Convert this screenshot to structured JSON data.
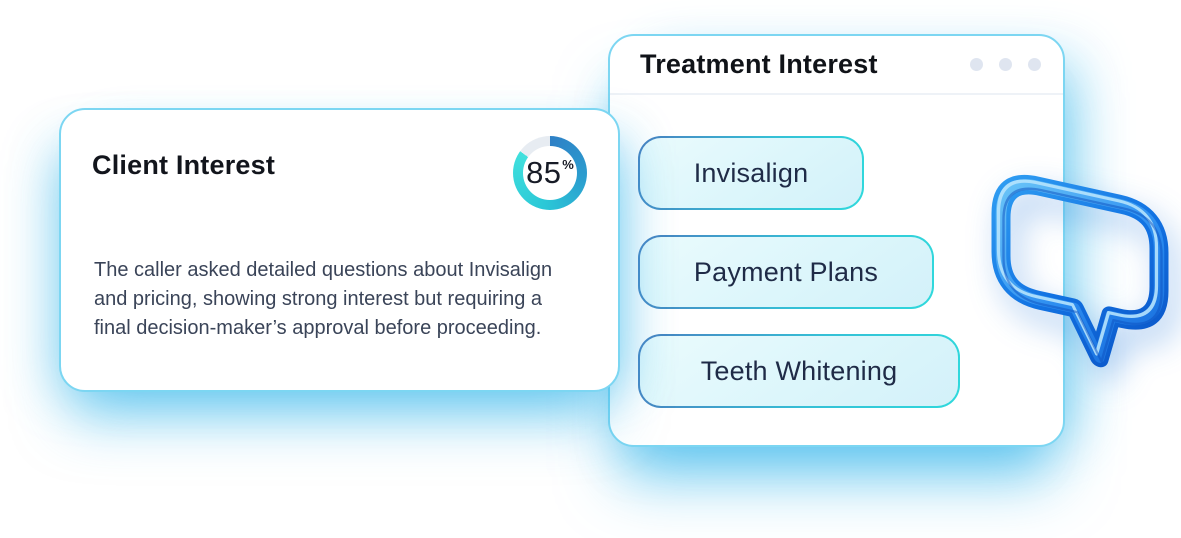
{
  "client_card": {
    "title": "Client Interest",
    "progress": {
      "value": "85",
      "unit": "%",
      "percent": 85
    },
    "description": "The caller asked detailed questions about Invisalign and pricing, showing strong interest but requiring a final decision-maker’s approval before proceeding."
  },
  "treatment_card": {
    "title": "Treatment Interest",
    "items": [
      {
        "label": "Invisalign"
      },
      {
        "label": "Payment Plans"
      },
      {
        "label": "Teeth Whitening"
      }
    ]
  },
  "icons": {
    "window_dots": "window-dots-icon",
    "speech_bubble": "speech-bubble-3d-icon"
  },
  "colors": {
    "ring_blue": "#2e80c6",
    "ring_mid": "#2bc8d7",
    "ring_cyan": "#41e0dd",
    "ring_track": "#e7ecf2",
    "card_border": "#7cd6f2",
    "pill_border_blue": "#4a7fc0",
    "pill_border_cyan": "#2fd9dc",
    "pill_background": "#ddf6fb",
    "glow": "#31b5eb",
    "title_text": "#12151c",
    "body_text": "#3a4458",
    "pill_text": "#1f2b47",
    "dot": "#dfe5f0"
  }
}
